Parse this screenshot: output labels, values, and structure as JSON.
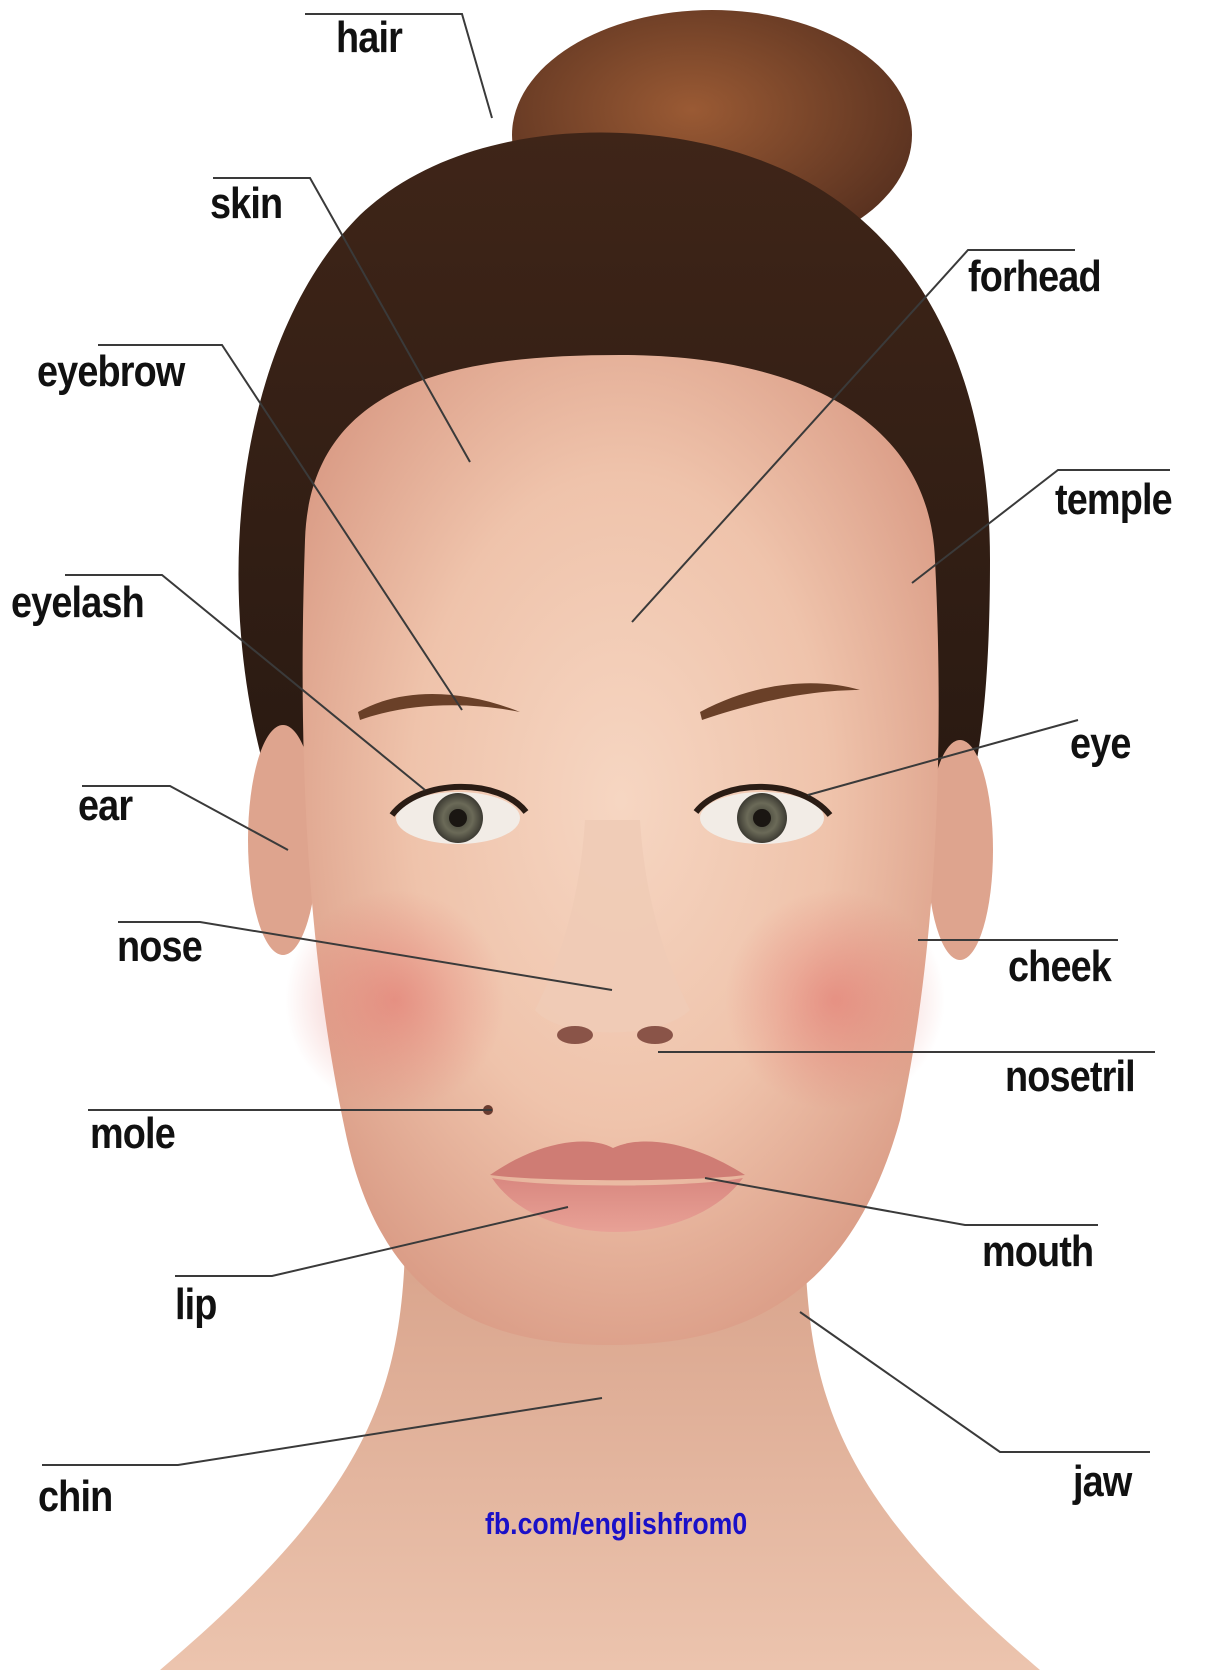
{
  "labels": {
    "hair": "hair",
    "skin": "skin",
    "forhead": "forhead",
    "eyebrow": "eyebrow",
    "temple": "temple",
    "eyelash": "eyelash",
    "eye": "eye",
    "ear": "ear",
    "nose": "nose",
    "cheek": "cheek",
    "nosetril": "nosetril",
    "mole": "mole",
    "mouth": "mouth",
    "lip": "lip",
    "jaw": "jaw",
    "chin": "chin"
  },
  "credit": "fb.com/englishfrom0",
  "colors": {
    "label_text": "#111111",
    "leader_line": "#3a3a3a",
    "credit_text": "#1a10c8",
    "background": "#ffffff",
    "hair": "#4a2c1c",
    "skin": "#ecc2ac"
  }
}
